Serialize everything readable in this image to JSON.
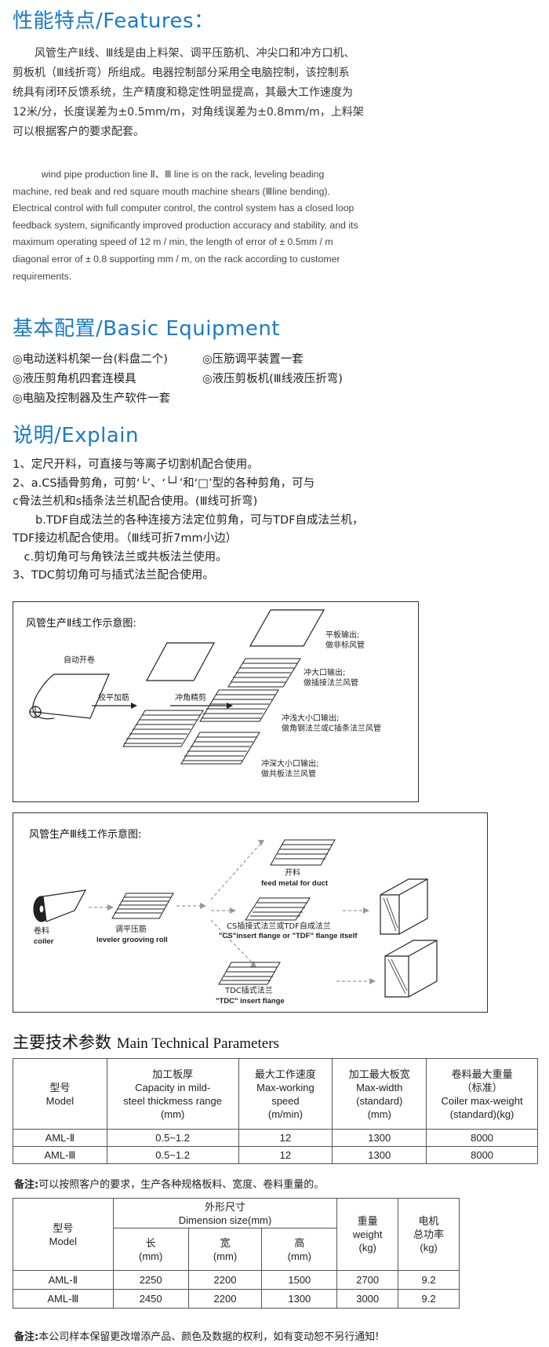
{
  "features": {
    "title": "性能特点/Features：",
    "cn_lines": [
      "　　风管生产Ⅱ线、Ⅲ线是由上料架、调平压筋机、冲尖口和冲方口机、",
      "剪板机（Ⅲ线折弯）所组成。电器控制部分采用全电脑控制，该控制系",
      "统具有闭环反馈系统，生产精度和稳定性明显提高，其最大工作速度为",
      "12米/分，长度误差为±0.5mm/m，对角线误差为±0.8mm/m，上料架",
      "可以根据客户的要求配套。"
    ],
    "en_lines": [
      "　　　wind pipe production line Ⅱ、Ⅲ line is on the rack, leveling beading",
      "machine, red beak and red square mouth machine shears (Ⅲline bending).",
      "Electrical control with full computer control, the control system has a closed loop",
      "feedback system, significantly improved production accuracy and stability, and its",
      "maximum operating speed of 12 m / min, the length of error of ± 0.5mm / m",
      "diagonal error of ± 0.8 supporting mm / m, on the rack according to customer",
      "requirements."
    ]
  },
  "basic": {
    "title": "基本配置/Basic Equipment",
    "items": [
      "◎电动送料机架一台(料盘二个)",
      "◎压筋调平装置一套",
      "◎液压剪角机四套连模具",
      "◎液压剪板机(Ⅲ线液压折弯)",
      "◎电脑及控制器及生产软件一套"
    ]
  },
  "explain": {
    "title": "说明/Explain",
    "lines": [
      "1、定尺开料，可直接与等离子切割机配合使用。",
      "2、a.CS插骨剪角，可剪‘└’、‘└┘’和‘□’型的各种剪角，可与",
      "c骨法兰机和s插条法兰机配合使用。(Ⅲ线可折弯)",
      "　　b.TDF自成法兰的各种连接方法定位剪角，可与TDF自成法兰机，",
      "TDF接边机配合使用。（Ⅲ线可折7mm小边）",
      "　c.剪切角可与角铁法兰或共板法兰使用。",
      "3、TDC剪切角可与插式法兰配合使用。"
    ]
  },
  "diagram2": {
    "title": "风管生产Ⅱ线工作示意图:",
    "labels": {
      "uncoil": "自动开卷",
      "level": "校平加筋",
      "punch": "冲角精剪",
      "out1": [
        "平板输出;",
        "做非标风管"
      ],
      "out2": [
        "冲大口输出;",
        "做插接法兰风管"
      ],
      "out3": [
        "冲浅大小口输出;",
        "做角钢法兰或C插条法兰风管"
      ],
      "out4": [
        "冲深大小口输出;",
        "做共板法兰风管"
      ]
    }
  },
  "diagram3": {
    "title": "风管生产Ⅲ线工作示意图:",
    "labels": {
      "coil_cn": "卷料",
      "coil_en": "coiler",
      "level_cn": "调平压筋",
      "level_en": "leveler grooving roll",
      "feed_cn": "开料",
      "feed_en": "feed metal for duct",
      "cs_cn": "CS插接式法兰或TDF自成法兰",
      "cs_en": "\"CS\"insert flange or \"TDF\" flange itself",
      "tdc_cn": "TDC插式法兰",
      "tdc_en": "\"TDC\" insert flange"
    }
  },
  "params": {
    "title_cn": "主要技术参数",
    "title_en": "Main Technical Parameters",
    "table1": {
      "headers": [
        "型号\nModel",
        "加工板厚\nCapacity in mild-\nsteel thickmess range\n(mm)",
        "最大工作速度\nMax-working\nspeed\n(m/min)",
        "加工最大板宽\nMax-width\n(standard)\n(mm)",
        "卷料最大重量\n（标准）\nCoiler max-weight\n(standard)(kg)"
      ],
      "rows": [
        [
          "AML-Ⅱ",
          "0.5~1.2",
          "12",
          "1300",
          "8000"
        ],
        [
          "AML-Ⅲ",
          "0.5~1.2",
          "12",
          "1300",
          "8000"
        ]
      ]
    },
    "note1_label": "备注:",
    "note1_text": "可以按照客户的要求，生产各种规格板料、宽度、卷料重量的。",
    "table2": {
      "model_header": "型号\nModel",
      "dim_header": "外形尺寸\nDimension size(mm)",
      "sub_headers": [
        "长\n(mm)",
        "宽\n(mm)",
        "高\n(mm)"
      ],
      "weight_header": "重量\nweight\n(kg)",
      "power_header": "电机\n总功率\n(kg)",
      "rows": [
        [
          "AML-Ⅱ",
          "2250",
          "2200",
          "1500",
          "2700",
          "9.2"
        ],
        [
          "AML-Ⅲ",
          "2450",
          "2200",
          "1300",
          "3000",
          "9.2"
        ]
      ]
    },
    "note2_label": "备注:",
    "note2_text": "本公司样本保留更改增添产品、颜色及数据的权利，如有变动恕不另行通知!"
  }
}
